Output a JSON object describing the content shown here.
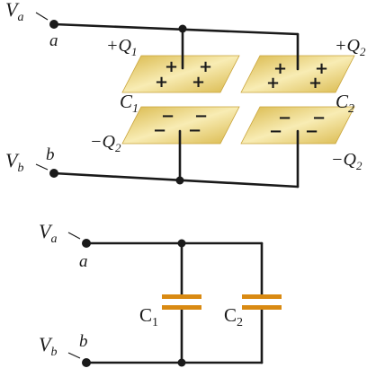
{
  "top_diagram": {
    "terminal_a": {
      "potential_symbol": "V",
      "potential_sub": "a",
      "node_label": "a"
    },
    "terminal_b": {
      "potential_symbol": "V",
      "potential_sub": "b",
      "node_label": "b"
    },
    "capacitor_1": {
      "name": "C",
      "sub": "1",
      "top_charge": "+Q",
      "top_charge_sub": "1",
      "bottom_charge": "−Q",
      "bottom_charge_sub": "2"
    },
    "capacitor_2": {
      "name": "C",
      "sub": "2",
      "top_charge": "+Q",
      "top_charge_sub": "2",
      "bottom_charge": "−Q",
      "bottom_charge_sub": "2"
    },
    "plus_sign": "+",
    "minus_sign": "−"
  },
  "bottom_diagram": {
    "terminal_a": {
      "potential_symbol": "V",
      "potential_sub": "a",
      "node_label": "a"
    },
    "terminal_b": {
      "potential_symbol": "V",
      "potential_sub": "b",
      "node_label": "b"
    },
    "capacitor_1": {
      "name": "C",
      "sub": "1"
    },
    "capacitor_2": {
      "name": "C",
      "sub": "2"
    }
  },
  "colors": {
    "plate_fill_light": "#f6e7a6",
    "plate_fill_dark": "#d9b84a",
    "capacitor_plate": "#d98a12",
    "wire": "#1a1a1a"
  }
}
